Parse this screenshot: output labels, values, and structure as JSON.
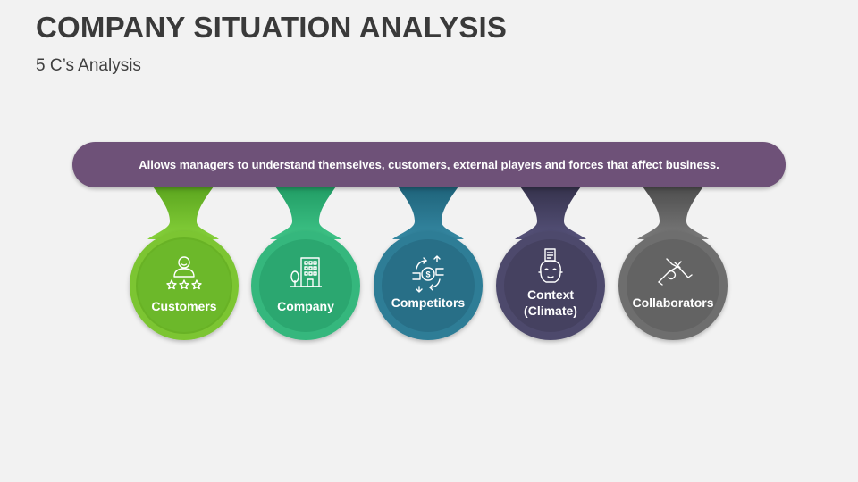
{
  "slide": {
    "title": "COMPANY SITUATION ANALYSIS",
    "subtitle": "5 C’s Analysis",
    "banner_text": "Allows managers to understand themselves, customers, external players and forces that affect business."
  },
  "nodes": [
    {
      "label": "Customers",
      "icon": "customer-rating-icon",
      "color": "#7cc531",
      "color_dark": "#58a21c"
    },
    {
      "label": "Company",
      "icon": "building-icon",
      "color": "#35b77d",
      "color_dark": "#1f9a62"
    },
    {
      "label": "Competitors",
      "icon": "competition-exchange-icon",
      "color": "#2f7d96",
      "color_dark": "#1d6077"
    },
    {
      "label": "Context (Climate)",
      "label_line1": "Context",
      "label_line2": "(Climate)",
      "icon": "thinking-head-icon",
      "color": "#4e4a6c",
      "color_dark": "#3a3656"
    },
    {
      "label": "Collaborators",
      "icon": "handshake-icon",
      "color": "#6e6e6e",
      "color_dark": "#555555"
    }
  ],
  "colors": {
    "background": "#f2f2f2",
    "banner": "#6e5178",
    "text_dark": "#3a3a3a"
  }
}
